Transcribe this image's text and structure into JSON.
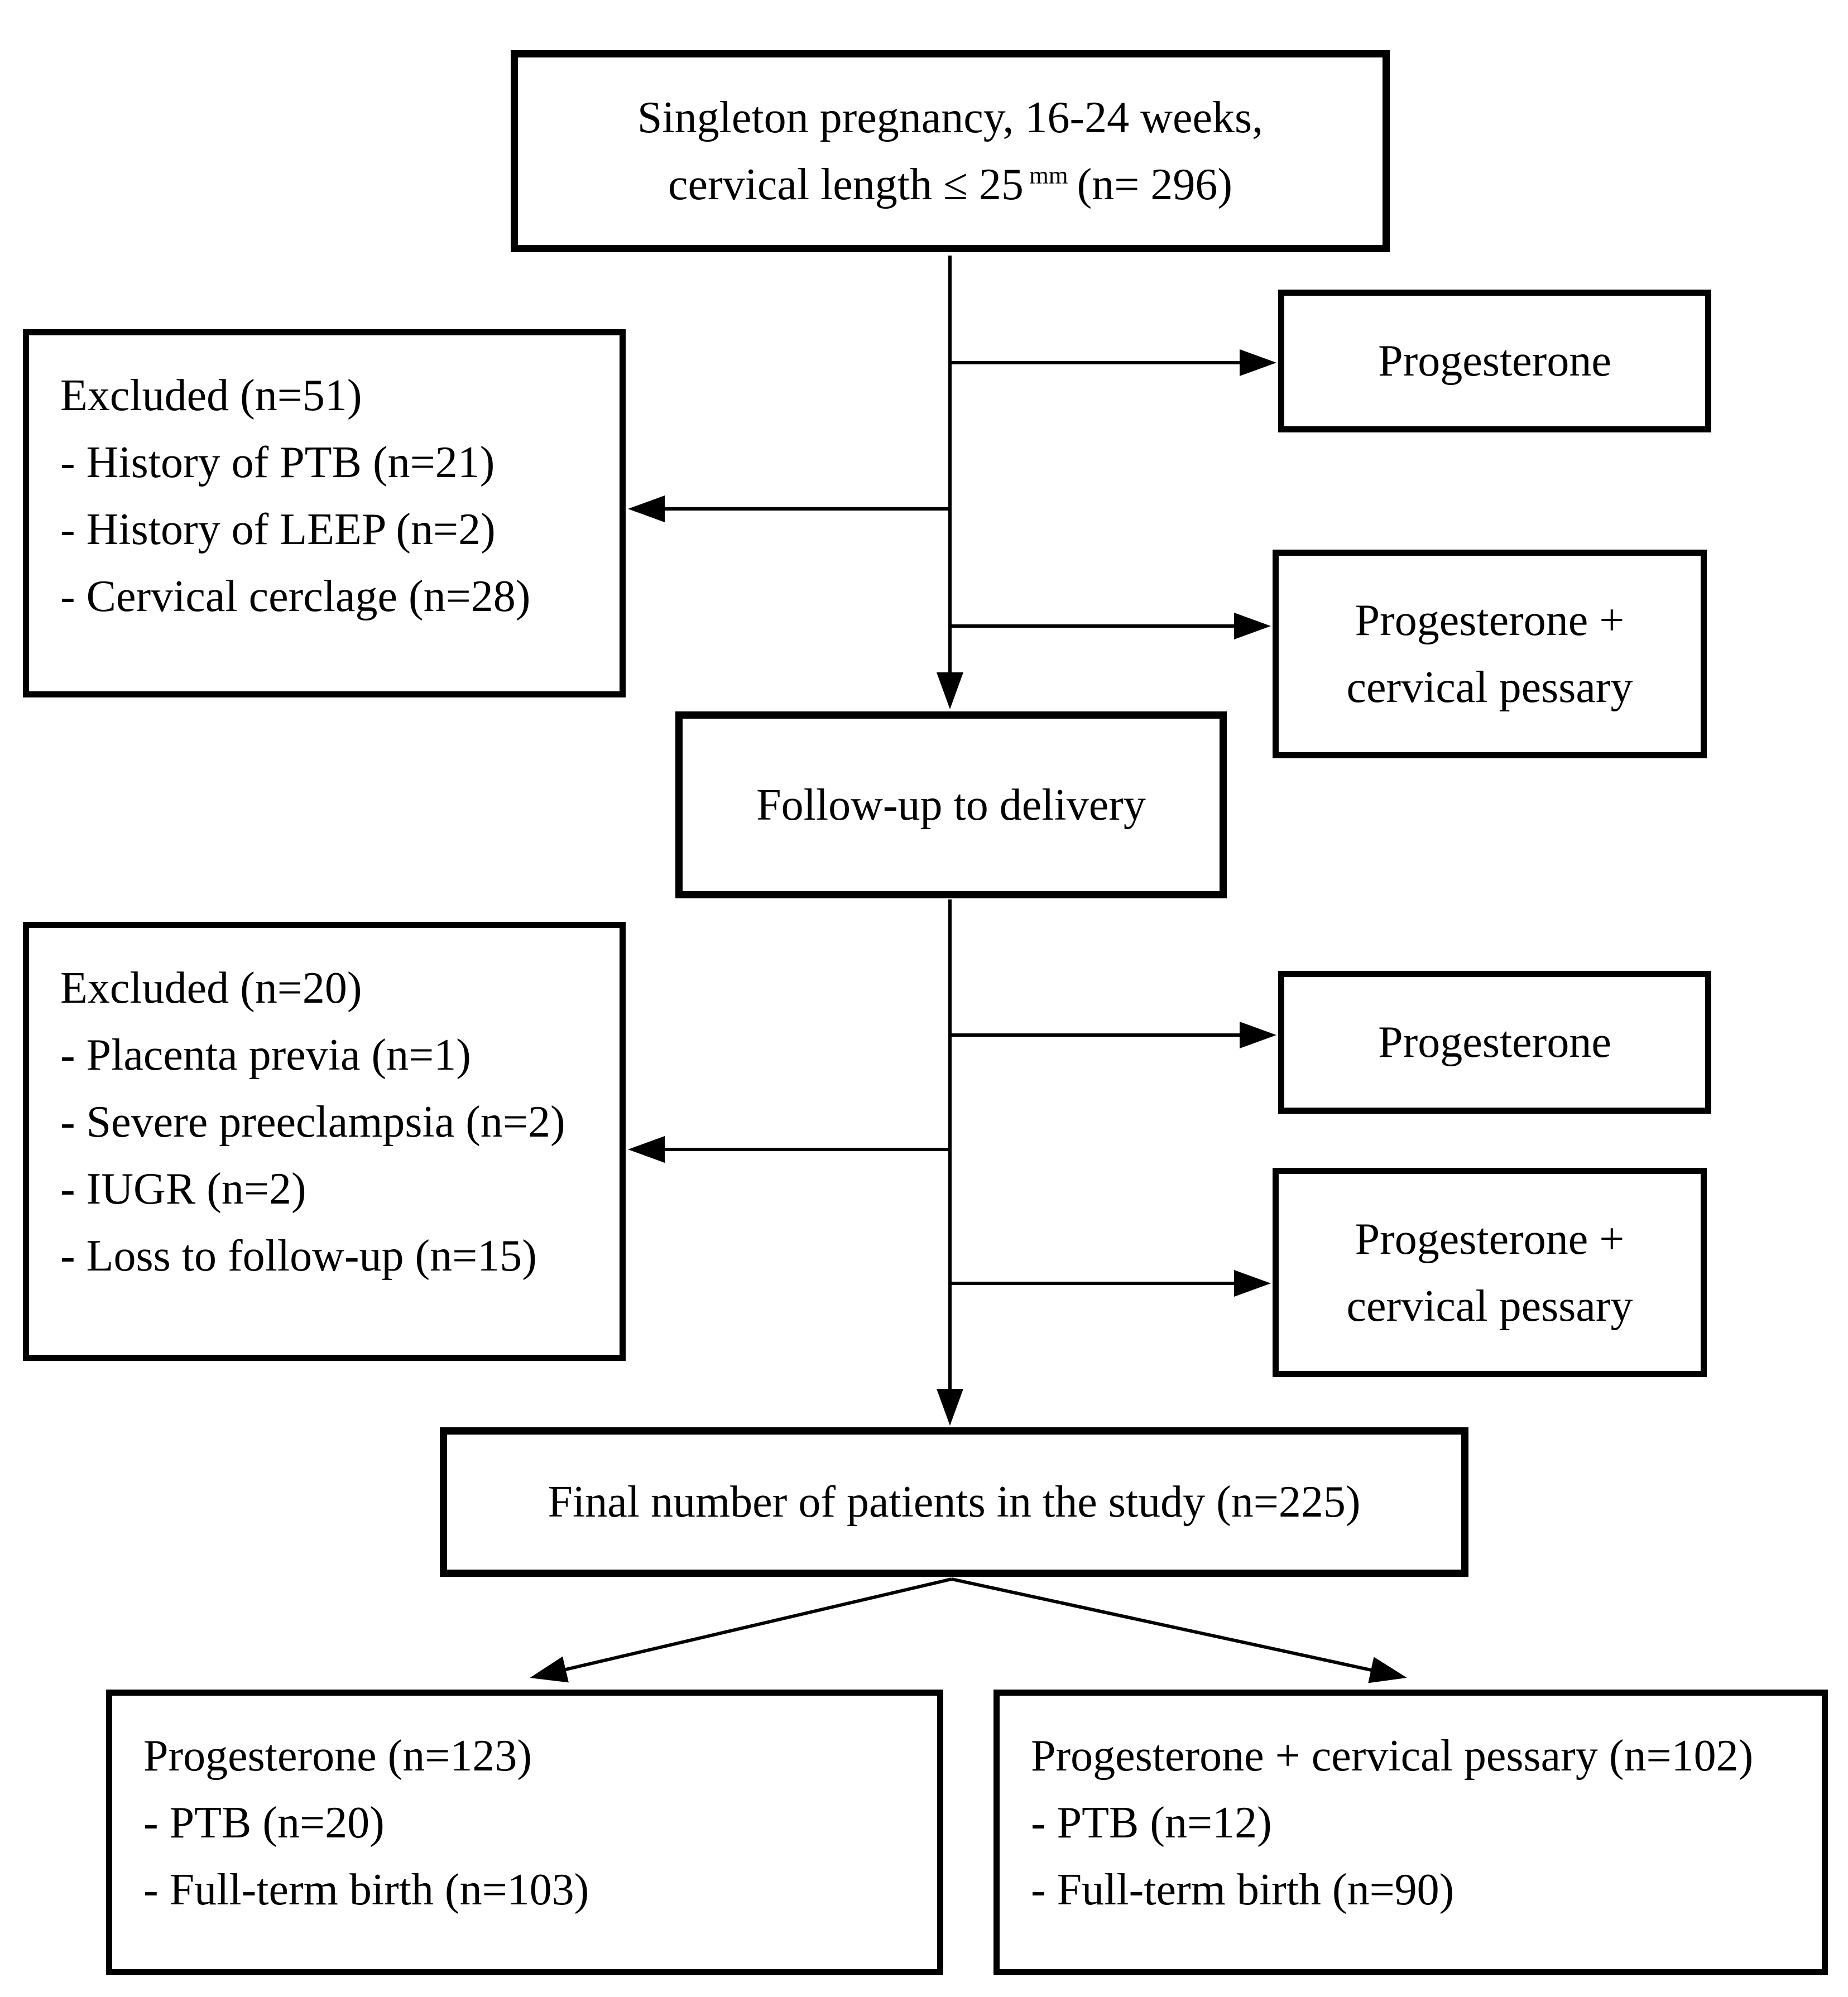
{
  "colors": {
    "ink": "#000000",
    "background": "#ffffff"
  },
  "flow": {
    "top_box": {
      "line1": "Singleton pregnancy, 16-24 weeks,",
      "line2_pre": "cervical length ≤ 25",
      "line2_sup": "mm",
      "line2_post": "(n= 296)"
    },
    "excluded1": {
      "title": "Excluded (n=51)",
      "items": [
        "- History of PTB (n=21)",
        "- History of LEEP (n=2)",
        "- Cervical cerclage (n=28)"
      ]
    },
    "progesterone1": {
      "label": "Progesterone"
    },
    "prog_pessary1": {
      "line1": "Progesterone +",
      "line2": "cervical pessary"
    },
    "followup": {
      "label": "Follow-up to delivery"
    },
    "excluded2": {
      "title": "Excluded (n=20)",
      "items": [
        "- Placenta previa (n=1)",
        "- Severe preeclampsia (n=2)",
        "- IUGR (n=2)",
        "- Loss to follow-up (n=15)"
      ]
    },
    "progesterone2": {
      "label": "Progesterone"
    },
    "prog_pessary2": {
      "line1": "Progesterone +",
      "line2": "cervical pessary"
    },
    "final_box": {
      "label": "Final number of patients in the study (n=225)"
    },
    "outcome_progesterone": {
      "title": "Progesterone (n=123)",
      "items": [
        "- PTB (n=20)",
        "- Full-term birth (n=103)"
      ]
    },
    "outcome_pessary": {
      "title": "Progesterone + cervical pessary (n=102)",
      "items": [
        "- PTB (n=12)",
        "- Full-term birth (n=90)"
      ]
    }
  }
}
